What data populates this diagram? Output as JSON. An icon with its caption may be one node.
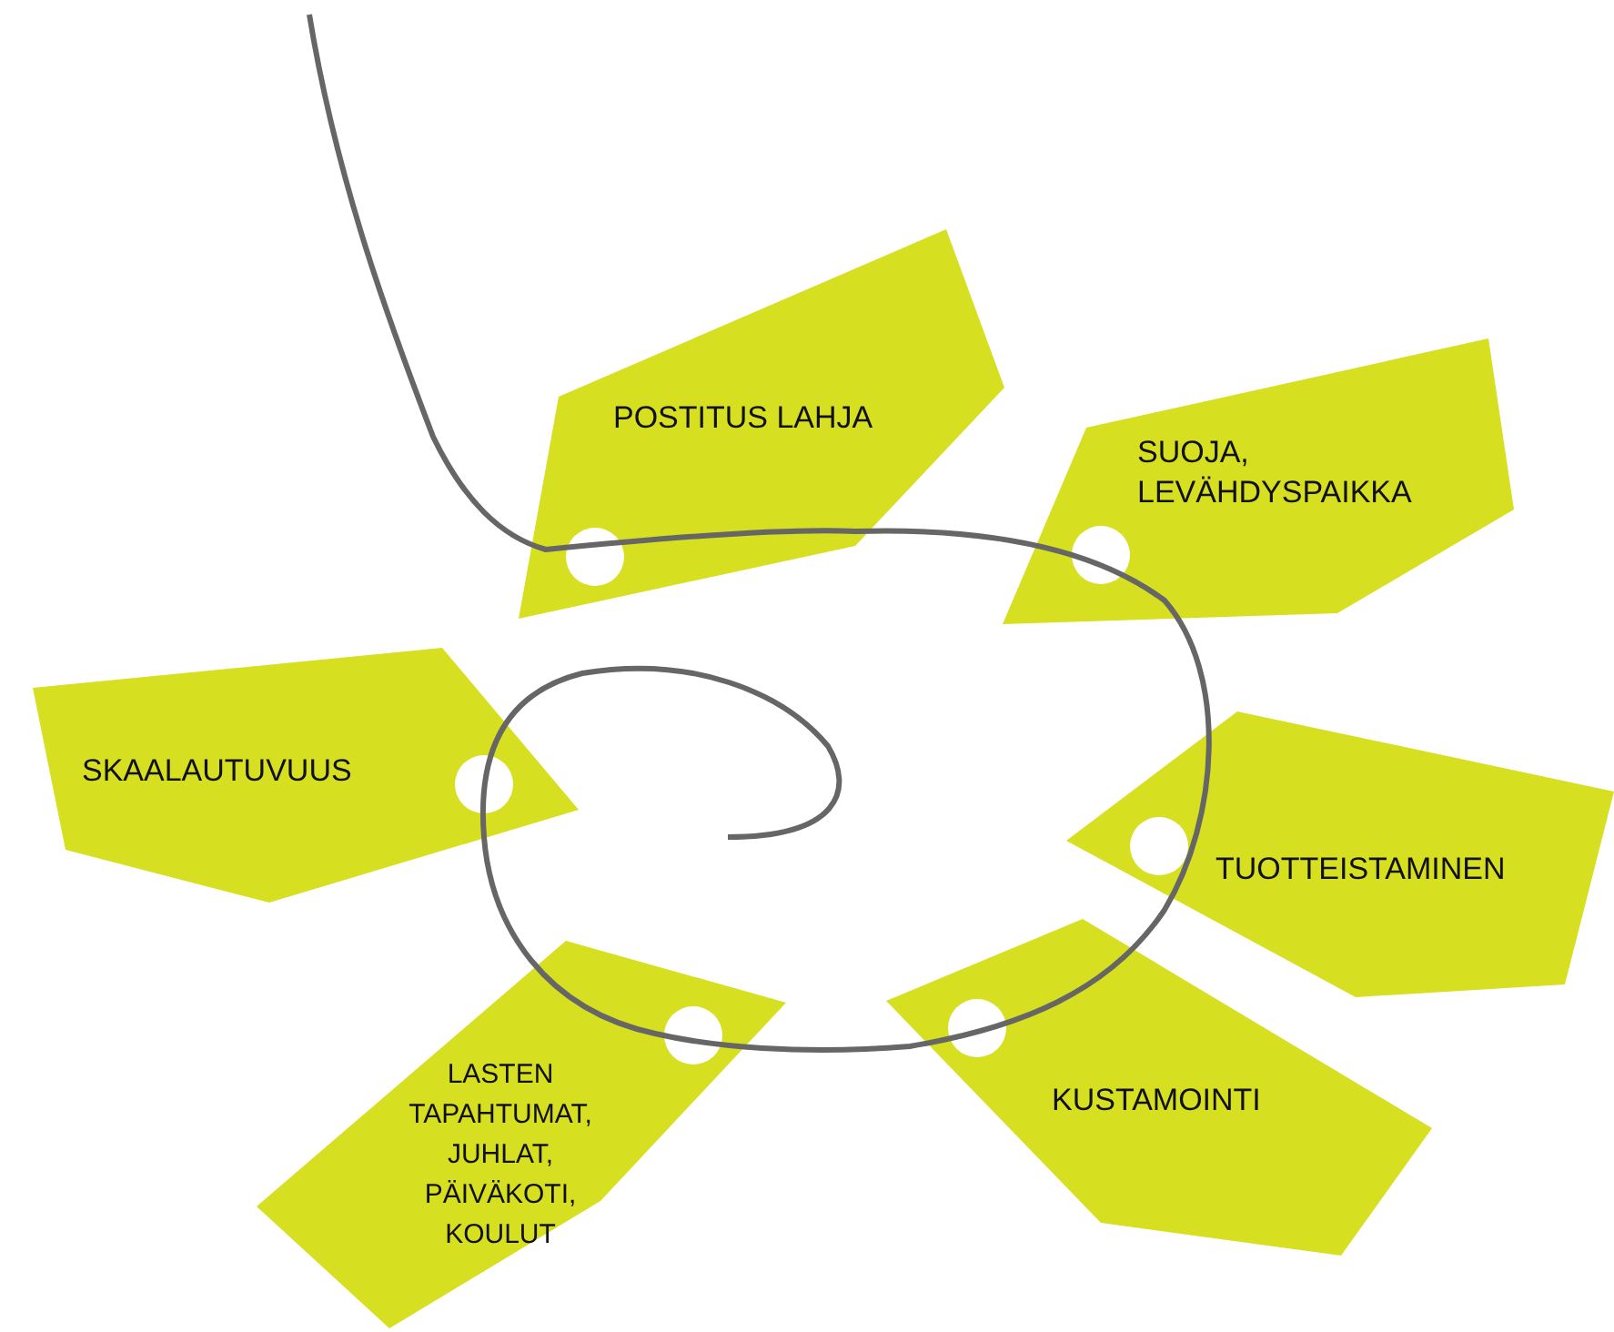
{
  "diagram": {
    "nodes": [
      {
        "text": [
          "POSTITUS LAHJA"
        ]
      },
      {
        "text": [
          "SUOJA, LEVÄHDYSPAIKKA"
        ]
      },
      {
        "text": [
          "SKAALAUTUVUUS"
        ]
      },
      {
        "text": [
          "TUOTTEISTAMINEN"
        ]
      },
      {
        "text": [
          "LASTEN TAPAHTUMAT, JUHLAT, PÄIVÄKOTI, KOULUT"
        ]
      },
      {
        "text": [
          "KUSTAMOINTI"
        ]
      }
    ],
    "edges": []
  }
}
